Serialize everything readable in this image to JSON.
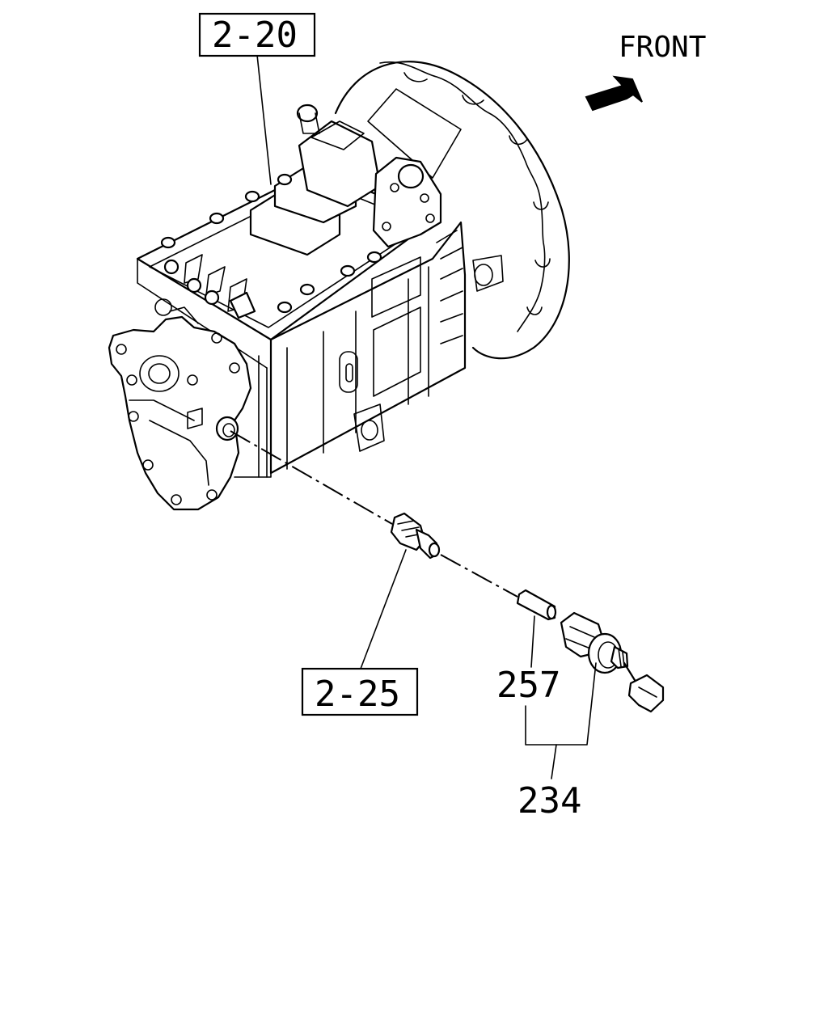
{
  "labels": {
    "front": "FRONT",
    "ref_top": "2-20",
    "ref_sensor_bolt": "2-25",
    "part_pin": "257",
    "part_switch_assy": "234"
  },
  "icons": {
    "front_arrow": "front-direction-arrow"
  }
}
